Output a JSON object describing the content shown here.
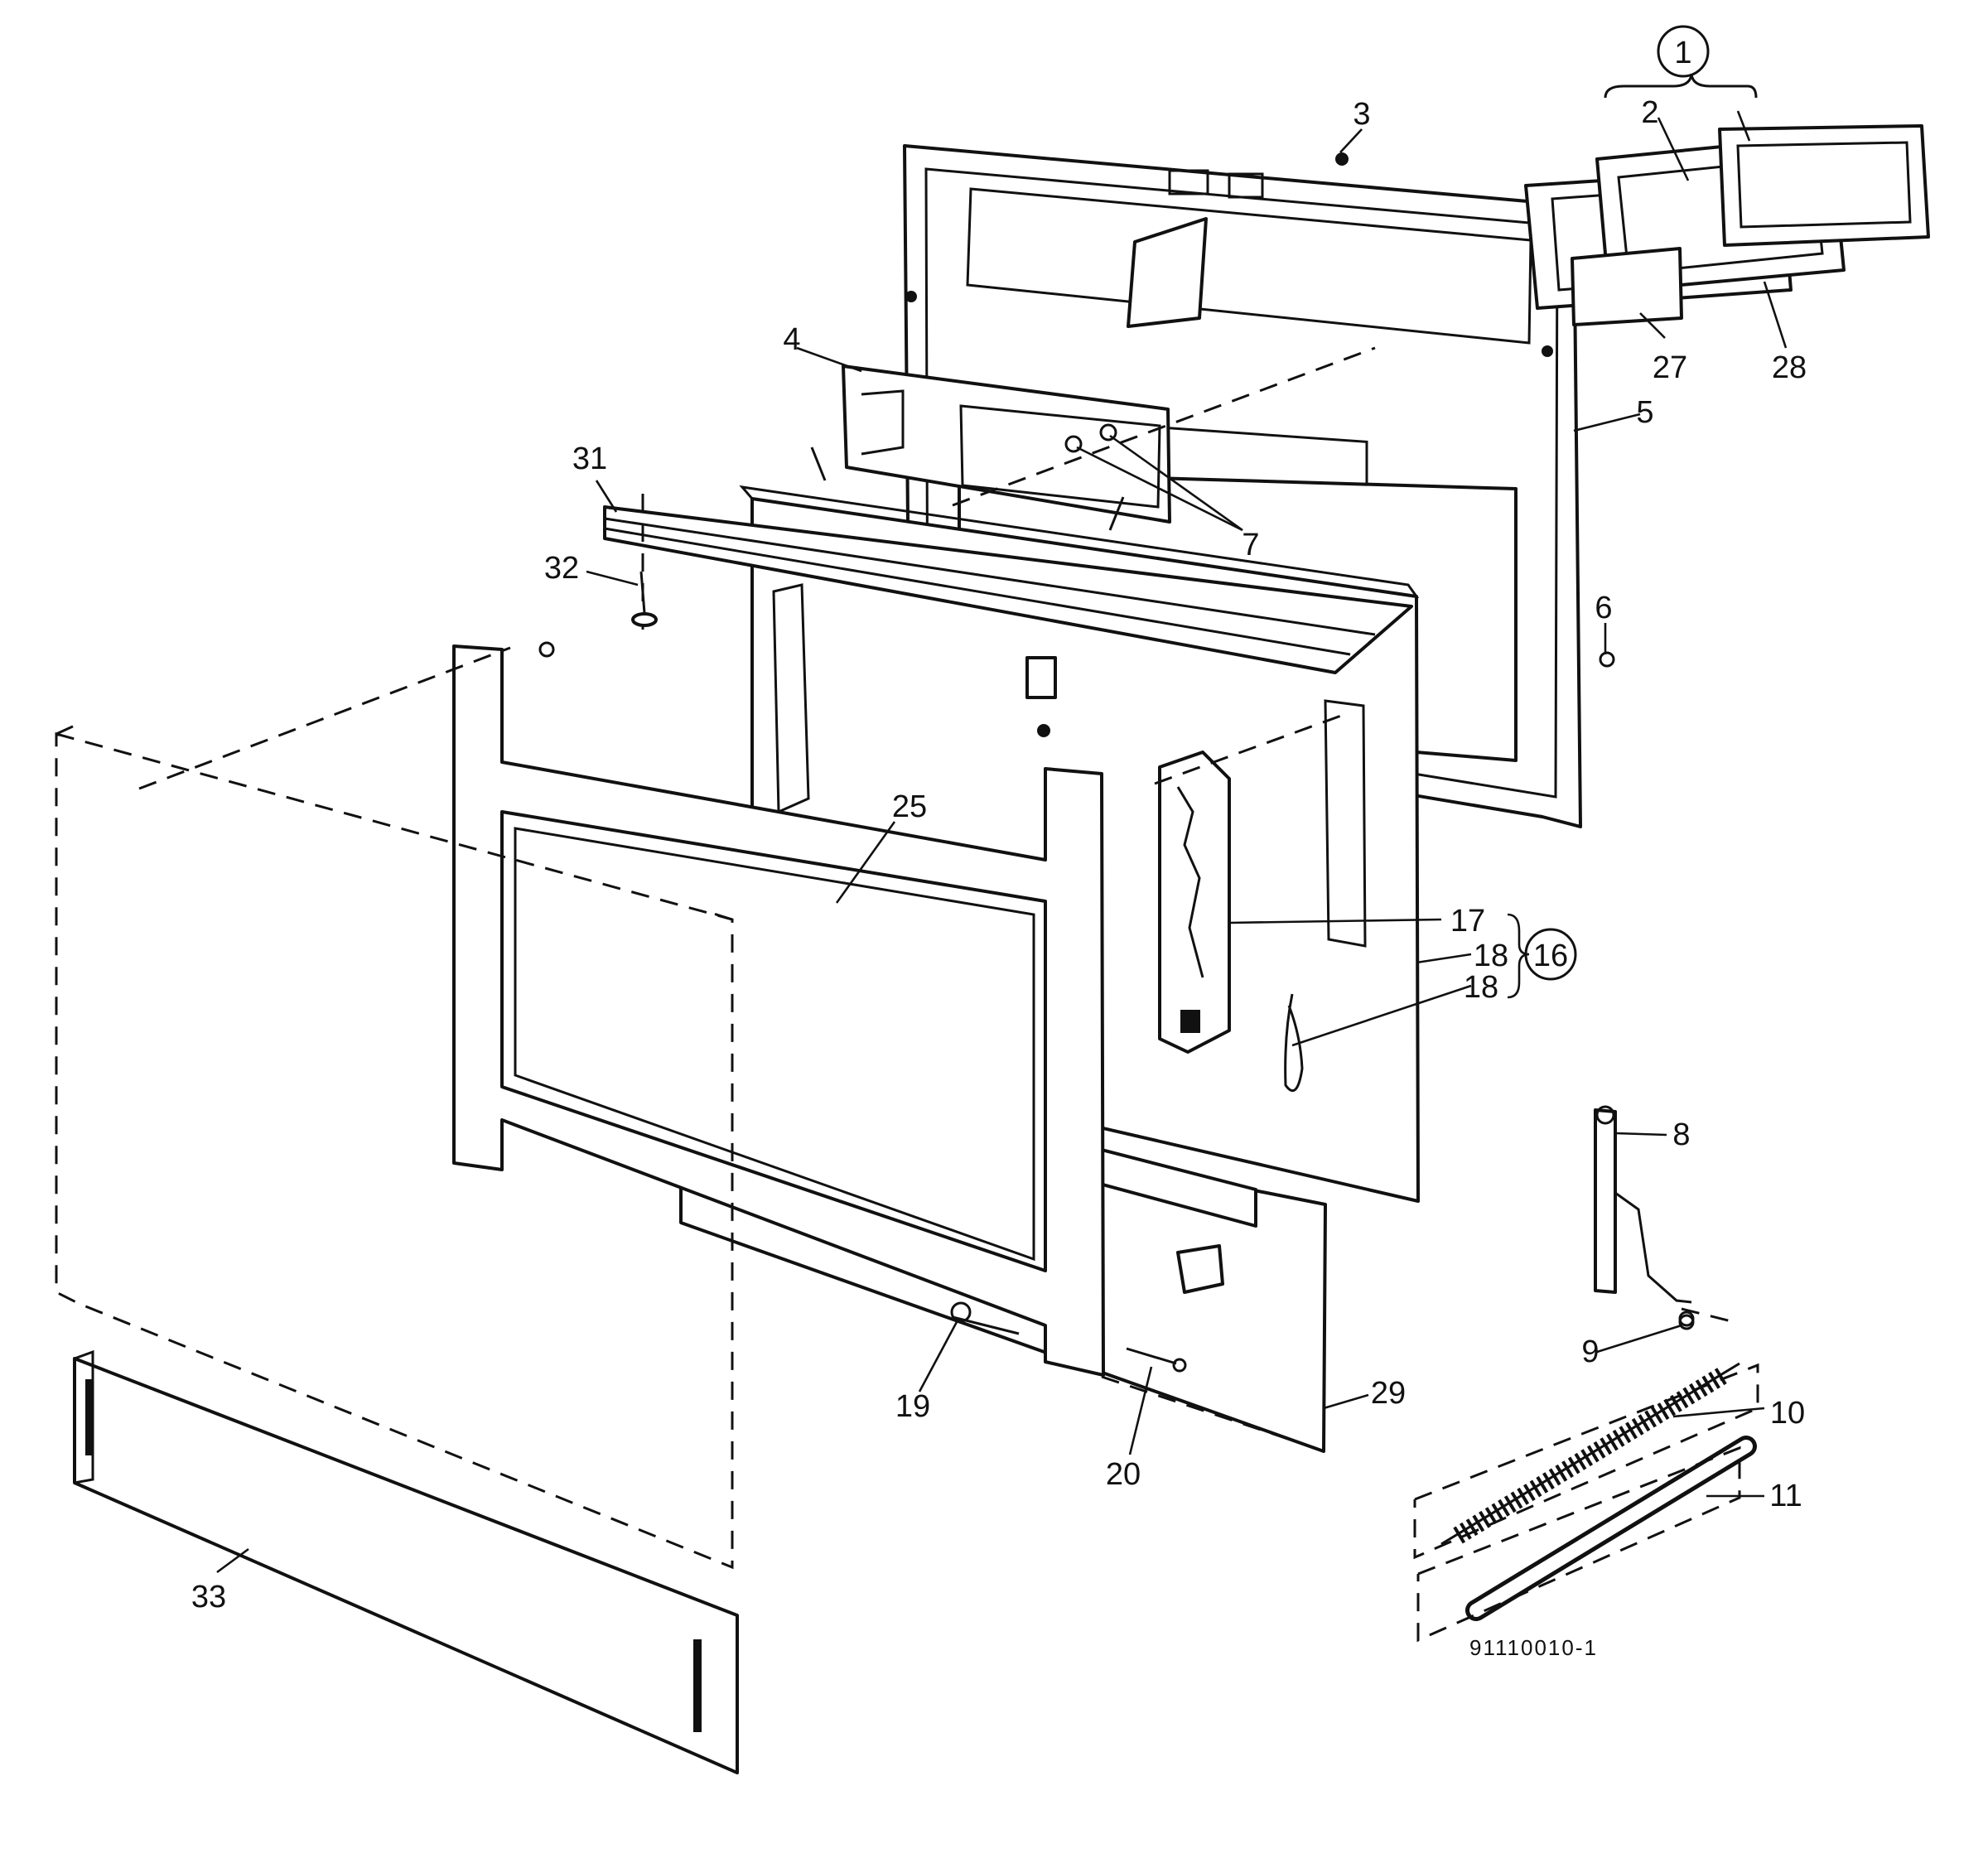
{
  "diagram": {
    "drawing_number": "91110010-1",
    "callouts": {
      "c1": "1",
      "c2": "2",
      "c3": "3",
      "c4": "4",
      "c5": "5",
      "c6": "6",
      "c7": "7",
      "c8": "8",
      "c9": "9",
      "c10": "10",
      "c11": "11",
      "c16": "16",
      "c17": "17",
      "c18a": "18",
      "c18b": "18",
      "c19": "19",
      "c20": "20",
      "c25": "25",
      "c27": "27",
      "c28": "28",
      "c29": "29",
      "c31": "31",
      "c32": "32",
      "c33": "33"
    }
  }
}
